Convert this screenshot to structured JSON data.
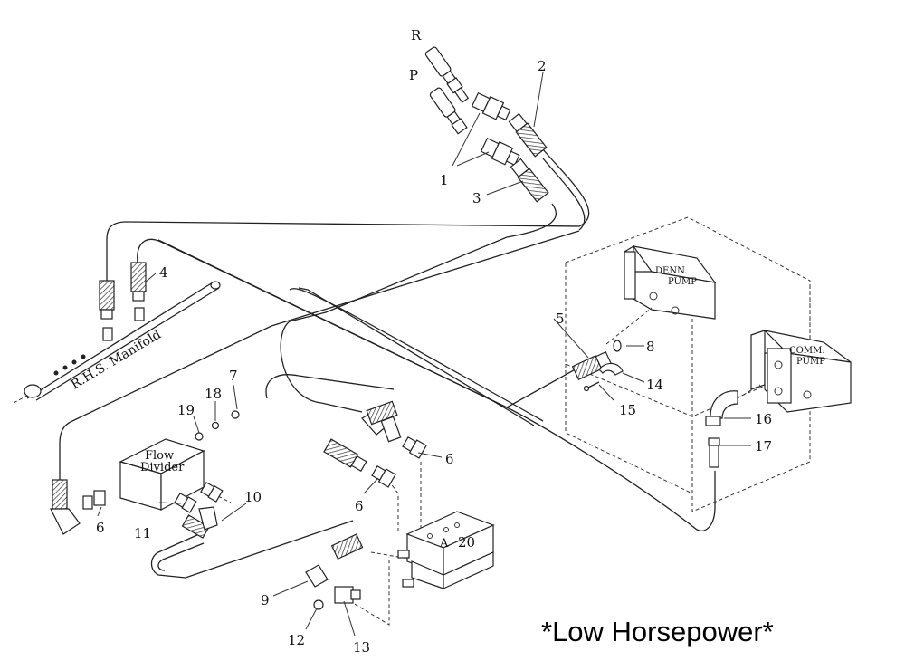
{
  "title": "*Low Horsepower*",
  "labels": {
    "R": "R",
    "P": "P",
    "A": "A",
    "denn_pump_1": "DENN.",
    "denn_pump_2": "PUMP",
    "comm_pump_1": "COMM.",
    "comm_pump_2": "PUMP",
    "flow_divider_1": "Flow",
    "flow_divider_2": "Divider",
    "manifold": "R.H.S. Manifold"
  },
  "callouts": {
    "c1": "1",
    "c2": "2",
    "c3": "3",
    "c4": "4",
    "c5": "5",
    "c6a": "6",
    "c6b": "6",
    "c6c": "6",
    "c7": "7",
    "c8": "8",
    "c9": "9",
    "c10": "10",
    "c11": "11",
    "c12": "12",
    "c13": "13",
    "c14": "14",
    "c15": "15",
    "c16": "16",
    "c17": "17",
    "c18": "18",
    "c19": "19",
    "c20": "20"
  }
}
